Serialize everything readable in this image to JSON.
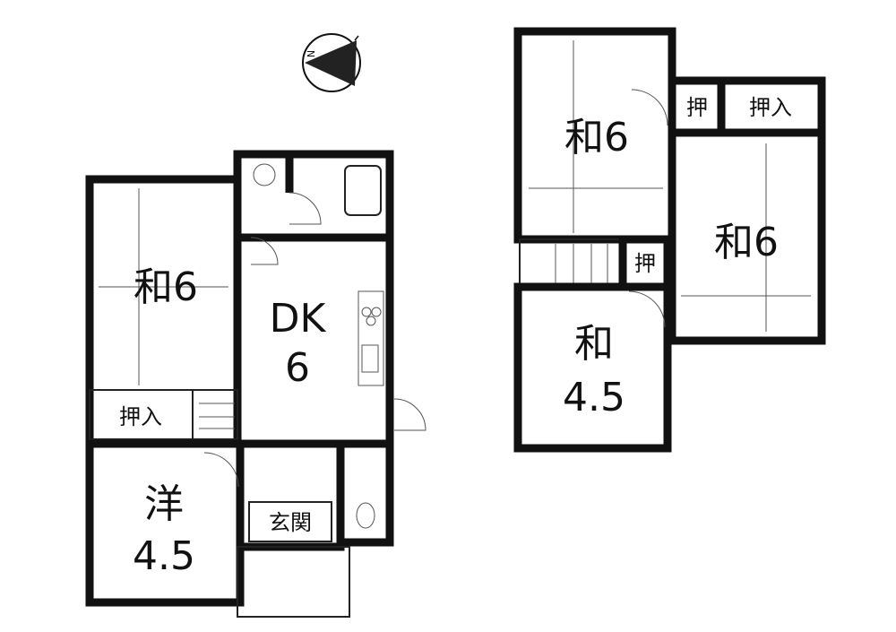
{
  "compass": {
    "label": "N"
  },
  "unit_left": {
    "room_wa": {
      "name": "和",
      "size": "6"
    },
    "dk": {
      "name": "DK",
      "size": "6"
    },
    "closet": "押入",
    "western": {
      "name": "洋",
      "size": "4.5"
    },
    "entrance": "玄関"
  },
  "unit_right": {
    "room_wa_top": {
      "name": "和",
      "size": "6"
    },
    "closet_small_top": "押",
    "closet_top": "押入",
    "room_wa_right": {
      "name": "和",
      "size": "6"
    },
    "closet_small_mid": "押",
    "room_wa_bottom": {
      "name": "和",
      "size": "4.5"
    }
  }
}
